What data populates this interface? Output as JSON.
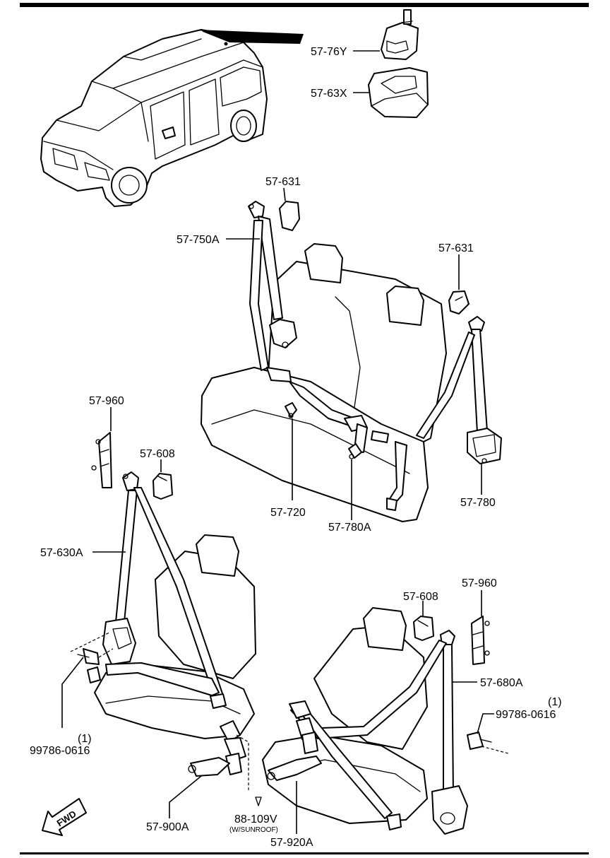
{
  "labels": {
    "tongue_guide_top": "57-76Y",
    "tongue_guide_cover": "57-63X",
    "cover_rear_left": "57-631",
    "cover_rear_right": "57-631",
    "rear_belt_left": "57-750A",
    "rear_center_belt": "57-720",
    "rear_buckle": "57-780A",
    "rear_belt_right": "57-780",
    "adjuster_left": "57-960",
    "cover_front_left": "57-608",
    "front_belt_left": "57-630A",
    "bolt_left": "99786-0616",
    "bolt_left_qty": "(1)",
    "front_buckle_left": "57-900A",
    "sunroof_part": "88-109V",
    "sunroof_note": "(W/SUNROOF)",
    "front_buckle_right": "57-920A",
    "cover_front_right": "57-608",
    "adjuster_right": "57-960",
    "front_belt_right": "57-680A",
    "bolt_right": "99786-0616",
    "bolt_right_qty": "(1)",
    "fwd": "FWD"
  }
}
